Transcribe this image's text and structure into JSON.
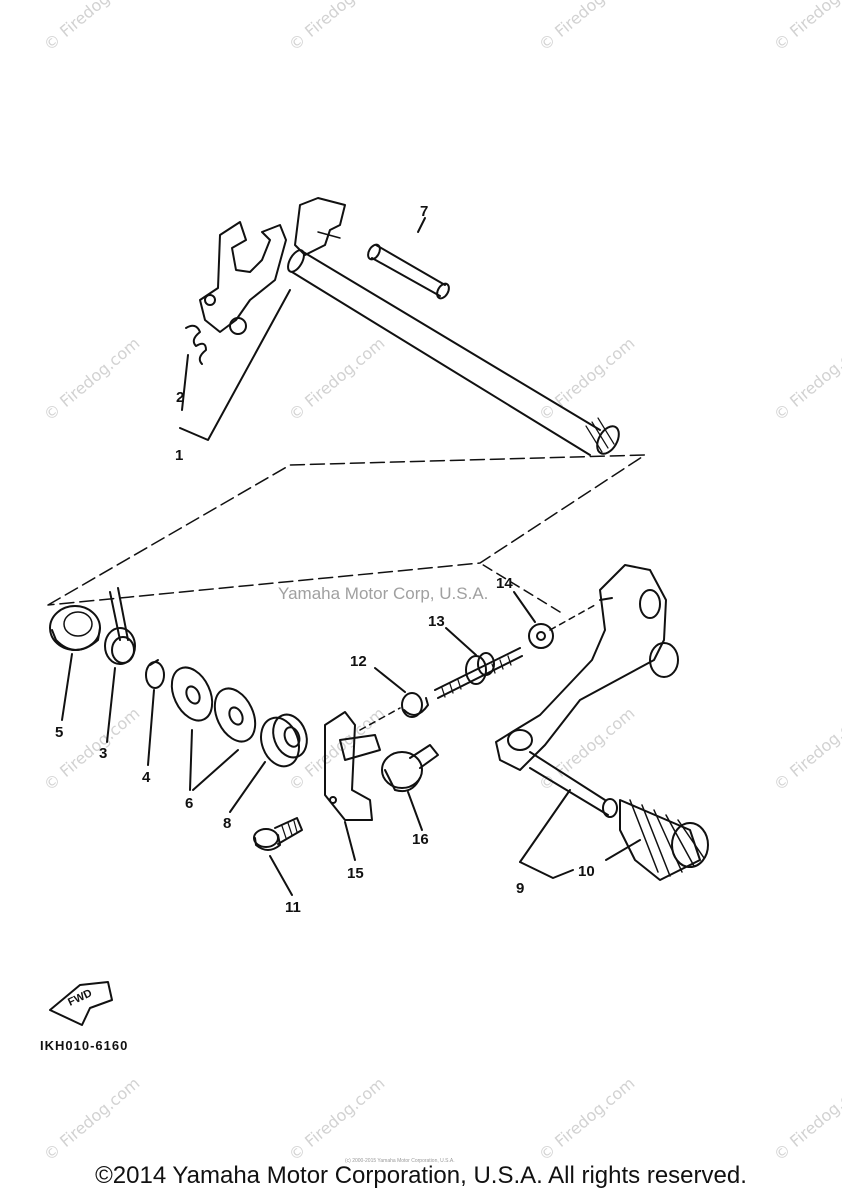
{
  "watermark": "© Firedog.com",
  "corp_label": "Yamaha Motor Corp, U.S.A.",
  "diagram_code": "IKH010-6160",
  "fwd_label": "FWD",
  "tiny_footer": "(c) 2000-2015 Yamaha Motor Corporation, U.S.A.",
  "copyright": "©2014 Yamaha Motor Corporation, U.S.A. All rights reserved.",
  "callouts": {
    "c1": "1",
    "c2": "2",
    "c3": "3",
    "c4": "4",
    "c5": "5",
    "c6": "6",
    "c7": "7",
    "c8": "8",
    "c9": "9",
    "c10": "10",
    "c11": "11",
    "c12": "12",
    "c13": "13",
    "c14": "14",
    "c15": "15",
    "c16": "16"
  }
}
